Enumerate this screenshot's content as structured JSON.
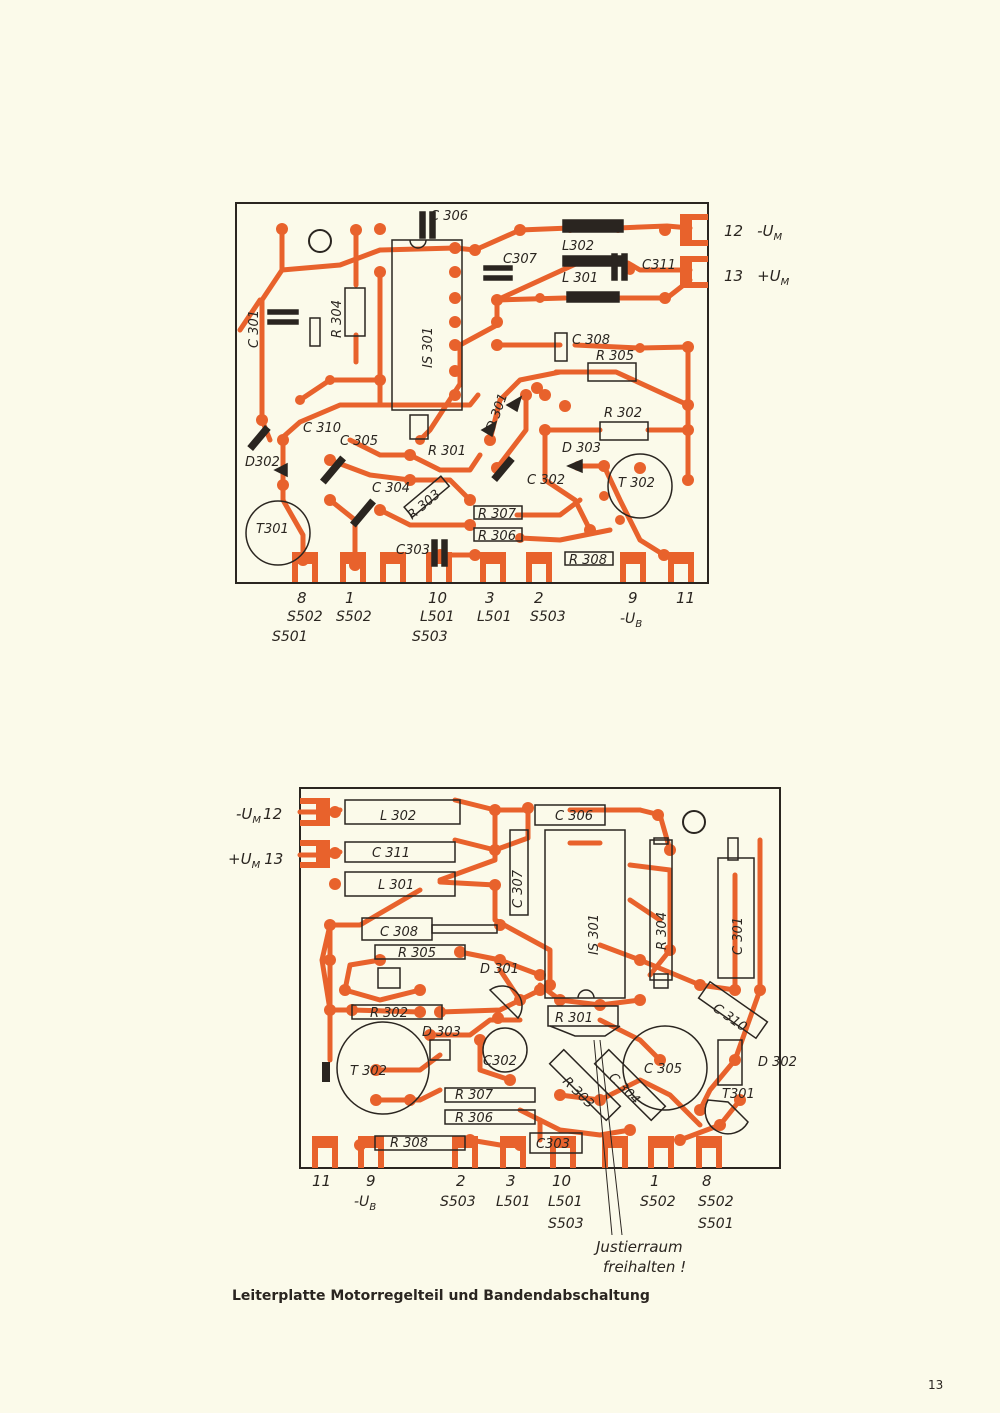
{
  "caption": "Leiterplatte Motorregelteil und Bandendabschaltung",
  "page_number": "13",
  "top_board": {
    "components": {
      "c306": "C 306",
      "c307": "C307",
      "l302": "L302",
      "l301": "L 301",
      "c311": "C311",
      "c301": "C 301",
      "r304": "R 304",
      "is301": "IS 301",
      "c308": "C 308",
      "r305": "R 305",
      "r302": "R 302",
      "c310": "C 310",
      "d302": "D302",
      "c305": "C 305",
      "r301": "R 301",
      "d301": "D 301",
      "d303": "D 303",
      "c302": "C 302",
      "t302": "T 302",
      "c304": "C 304",
      "r303": "R 303",
      "r307": "R 307",
      "r306": "R 306",
      "r308": "R 308",
      "t301": "T301",
      "c303": "C303"
    },
    "right_pins": [
      {
        "num": "12",
        "name": "-U",
        "sub": "M"
      },
      {
        "num": "13",
        "name": "+U",
        "sub": "M"
      }
    ],
    "bottom_pins": [
      {
        "num": "8",
        "l1": "S502",
        "l2": "S501"
      },
      {
        "num": "1",
        "l1": "S502",
        "l2": ""
      },
      {
        "num": "10",
        "l1": "L501",
        "l2": "S503"
      },
      {
        "num": "3",
        "l1": "L501",
        "l2": ""
      },
      {
        "num": "2",
        "l1": "S503",
        "l2": ""
      },
      {
        "num": "9",
        "l1": "-U",
        "sub": "B",
        "l2": ""
      },
      {
        "num": "11",
        "l1": "",
        "l2": ""
      }
    ]
  },
  "bottom_board": {
    "components": {
      "l302": "L 302",
      "c311": "C 311",
      "l301": "L 301",
      "c306": "C 306",
      "c307": "C 307",
      "is301": "IS 301",
      "r304": "R 304",
      "c301": "C 301",
      "c308": "C 308",
      "r305": "R 305",
      "d301": "D 301",
      "r302": "R 302",
      "r301": "R 301",
      "c310": "C 310",
      "d303": "D 303",
      "c302": "C302",
      "t302": "T 302",
      "c305": "C 305",
      "d302": "D 302",
      "t301": "T301",
      "r307": "R 307",
      "r306": "R 306",
      "r303": "R 303",
      "c304": "C 304",
      "r308": "R 308",
      "c303": "C303"
    },
    "left_pins": [
      {
        "num": "12",
        "name": "-U",
        "sub": "M"
      },
      {
        "num": "13",
        "name": "+U",
        "sub": "M"
      }
    ],
    "bottom_pins": [
      {
        "num": "11",
        "l1": "",
        "l2": ""
      },
      {
        "num": "9",
        "l1": "-U",
        "sub": "B",
        "l2": ""
      },
      {
        "num": "2",
        "l1": "S503",
        "l2": ""
      },
      {
        "num": "3",
        "l1": "L501",
        "l2": ""
      },
      {
        "num": "10",
        "l1": "L501",
        "l2": "S503"
      },
      {
        "num": "1",
        "l1": "S502",
        "l2": ""
      },
      {
        "num": "8",
        "l1": "S502",
        "l2": "S501"
      }
    ],
    "note_line1": "Justierraum",
    "note_line2": "freihalten !"
  },
  "colors": {
    "copper": "#e8622c",
    "ink": "#2a2520",
    "paper": "#fbfaea"
  }
}
